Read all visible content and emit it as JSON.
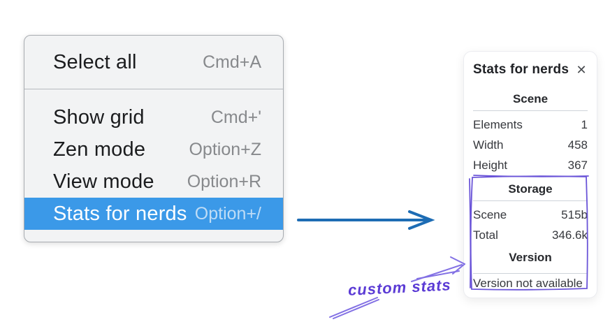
{
  "menu": {
    "items": [
      {
        "label": "Select all",
        "shortcut": "Cmd+A",
        "highlighted": false
      },
      {
        "label": "Show grid",
        "shortcut": "Cmd+'",
        "highlighted": false
      },
      {
        "label": "Zen mode",
        "shortcut": "Option+Z",
        "highlighted": false
      },
      {
        "label": "View mode",
        "shortcut": "Option+R",
        "highlighted": false
      },
      {
        "label": "Stats for nerds",
        "shortcut": "Option+/",
        "highlighted": true
      }
    ],
    "highlight_color": "#3b99e8"
  },
  "panel": {
    "title": "Stats for nerds",
    "close_icon": "✕",
    "sections": [
      {
        "header": "Scene",
        "rows": [
          {
            "label": "Elements",
            "value": "1"
          },
          {
            "label": "Width",
            "value": "458"
          },
          {
            "label": "Height",
            "value": "367"
          }
        ]
      },
      {
        "header": "Storage",
        "rows": [
          {
            "label": "Scene",
            "value": "515b"
          },
          {
            "label": "Total",
            "value": "346.6k"
          }
        ]
      },
      {
        "header": "Version",
        "note": "Version not available"
      }
    ]
  },
  "annotation": {
    "label": "custom stats",
    "text_color": "#5b3bd5",
    "stroke_color": "#8270e4",
    "box_color": "#6a54d8",
    "flow_arrow_color": "#1d6cb4"
  }
}
